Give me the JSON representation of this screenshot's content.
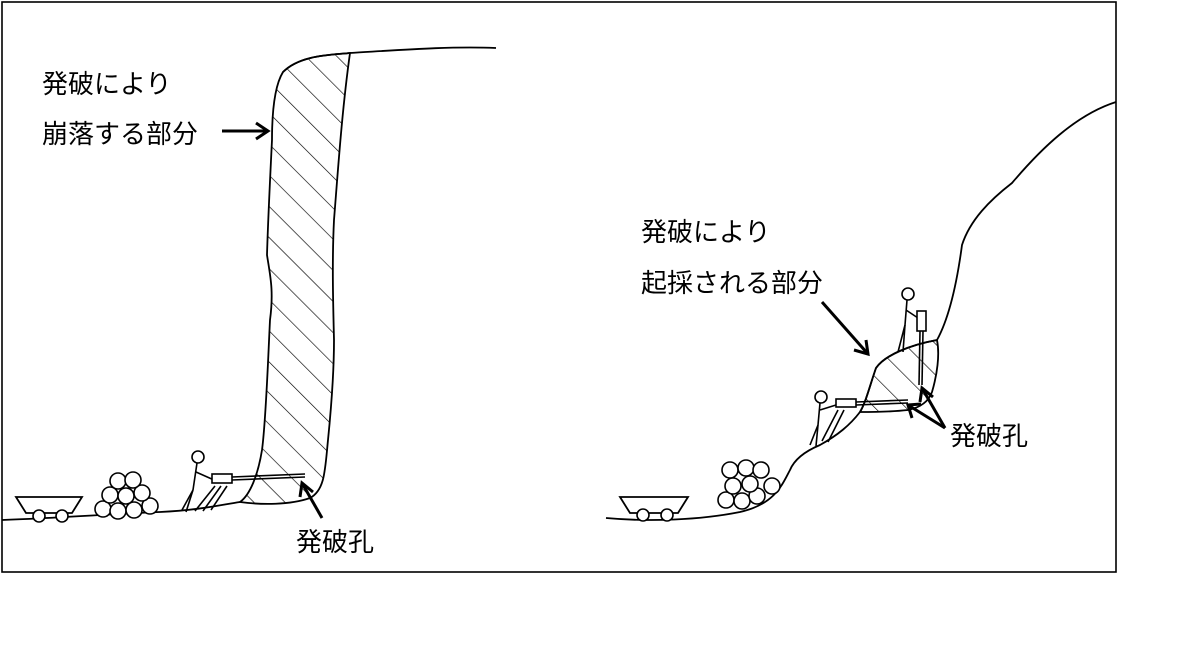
{
  "left_scene": {
    "label_line1": "発破により",
    "label_line2": "崩落する部分",
    "hole_label": "発破孔"
  },
  "right_scene": {
    "label_line1": "発破により",
    "label_line2": "起採される部分",
    "hole_label": "発破孔"
  },
  "colors": {
    "ink": "#000000",
    "background": "#ffffff"
  }
}
